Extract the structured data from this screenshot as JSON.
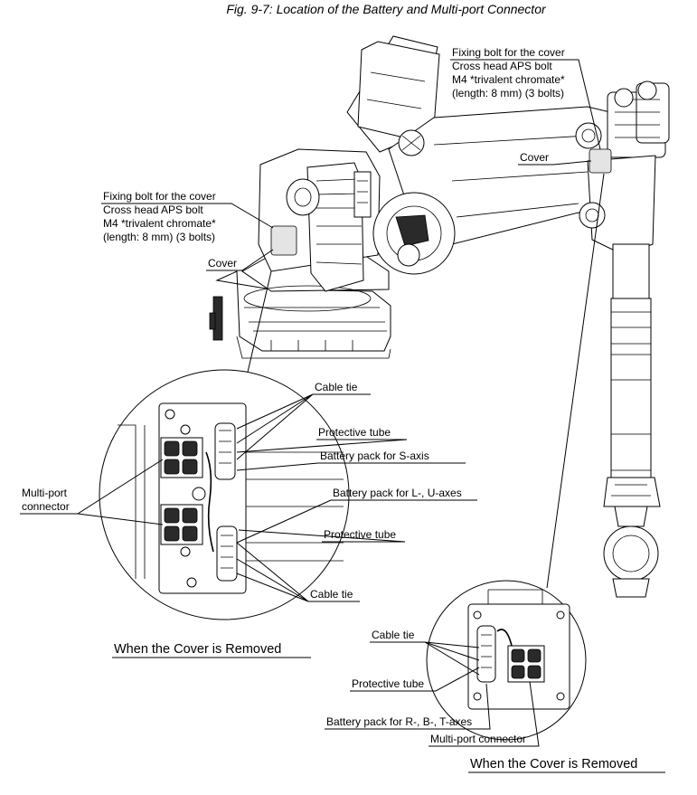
{
  "title": "Fig. 9-7: Location of the Battery and Multi-port Connector",
  "callouts": {
    "fixing_bolt_right": {
      "line1": "Fixing bolt for the cover",
      "line2": "Cross head APS bolt",
      "line3": "M4 *trivalent chromate*",
      "line4": "(length: 8 mm) (3 bolts)"
    },
    "cover_right": "Cover",
    "fixing_bolt_left": {
      "line1": "Fixing bolt for the cover",
      "line2": "Cross head APS bolt",
      "line3": "M4 *trivalent chromate*",
      "line4": "(length: 8 mm) (3 bolts)"
    },
    "cover_left": "Cover"
  },
  "detail_left": {
    "cable_tie_top": "Cable tie",
    "protective_tube_top": "Protective tube",
    "battery_s": "Battery pack for S-axis",
    "multiport_line1": "Multi-port",
    "multiport_line2": "connector",
    "battery_lu": "Battery pack for L-, U-axes",
    "protective_tube_bottom": "Protective tube",
    "cable_tie_bottom": "Cable tie",
    "caption": "When the Cover is Removed"
  },
  "detail_right": {
    "cable_tie": "Cable tie",
    "protective_tube": "Protective tube",
    "battery_rbt": "Battery pack for R-, B-, T-axes",
    "multiport": "Multi-port connector",
    "caption": "When the Cover is Removed"
  }
}
